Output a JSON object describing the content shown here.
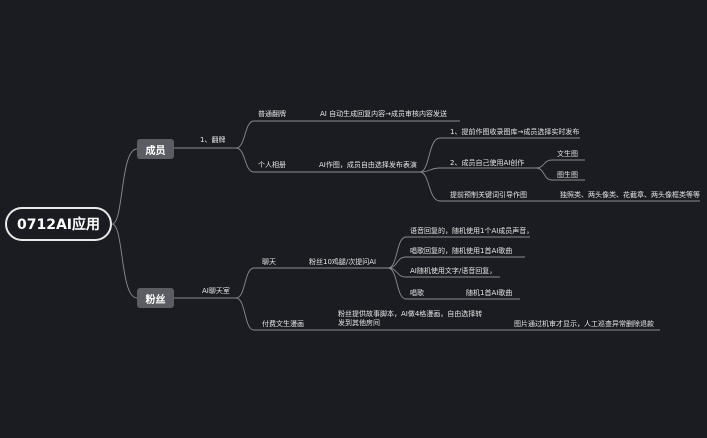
{
  "root": "0712AI应用",
  "nodes": {
    "member": "成员",
    "fans": "粉丝",
    "flip": "1、翻牌",
    "normal_flip": "普通翻牌",
    "normal_flip_desc": "AI 自动生成回复内容→成员审核内容发送",
    "personal_photo": "个人相册",
    "personal_photo_desc": "AI作图，成员自由选择发布表演",
    "step1": "1、提前作图收录图库→成员选择实时发布",
    "step2": "2、成员自己使用AI创作",
    "text2img": "文生图",
    "img2img": "图生图",
    "preset_prompts": "提前预制关键词引导作图",
    "preset_types": "独照类、两头像类、花截章、两头像框类等等",
    "ai_chat": "AI聊天室",
    "chat": "聊天",
    "chat_desc": "粉丝10鸡腿/次提问AI",
    "voice_reply": "语音回复的，随机使用1个AI成员声音，",
    "sing_reply": "唱歌回复的，随机使用1首AI歌曲",
    "ai_random": "AI随机使用文字/语音回复，",
    "sing": "唱歌",
    "sing_desc": "随机1首AI歌曲",
    "paid_comic": "付费文生漫画",
    "paid_comic_desc": "粉丝提供故事脚本，AI做4格漫画，自由选择转发到其他房间",
    "review": "图片通过机审才显示，人工巡查异常删除退款"
  }
}
